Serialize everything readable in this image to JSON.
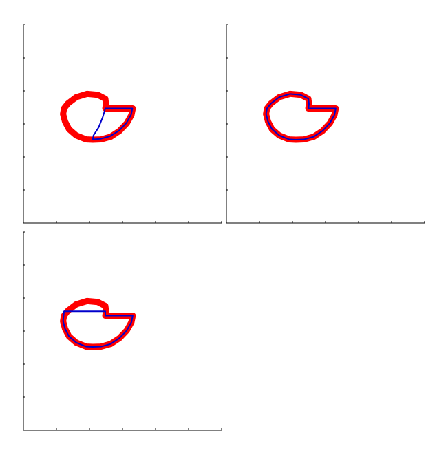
{
  "chart_data": [
    {
      "type": "line",
      "panel": "top-left",
      "xlim": [
        0,
        6
      ],
      "ylim": [
        0,
        6
      ],
      "grid": false,
      "colors": {
        "reference": "#ff0000",
        "approximation": "#0000cc"
      },
      "series": [
        {
          "role": "reference",
          "points": [
            [
              1.23,
              3.47
            ],
            [
              1.35,
              3.62
            ],
            [
              1.6,
              3.81
            ],
            [
              1.93,
              3.91
            ],
            [
              2.25,
              3.88
            ],
            [
              2.48,
              3.76
            ],
            [
              2.5,
              3.6
            ],
            [
              2.48,
              3.47
            ],
            [
              2.66,
              3.47
            ],
            [
              3.2,
              3.47
            ],
            [
              3.31,
              3.47
            ],
            [
              3.27,
              3.27
            ],
            [
              3.13,
              3.02
            ],
            [
              2.91,
              2.79
            ],
            [
              2.64,
              2.61
            ],
            [
              2.35,
              2.53
            ],
            [
              2.1,
              2.52
            ],
            [
              1.9,
              2.53
            ],
            [
              1.6,
              2.65
            ],
            [
              1.38,
              2.84
            ],
            [
              1.26,
              3.07
            ],
            [
              1.2,
              3.3
            ],
            [
              1.23,
              3.47
            ]
          ]
        },
        {
          "role": "approximation",
          "points": [
            [
              2.48,
              3.47
            ],
            [
              2.4,
              3.2
            ],
            [
              2.28,
              2.9
            ],
            [
              2.12,
              2.65
            ],
            [
              2.1,
              2.53
            ],
            [
              2.35,
              2.55
            ],
            [
              2.63,
              2.63
            ],
            [
              2.9,
              2.8
            ],
            [
              3.12,
              3.03
            ],
            [
              3.26,
              3.28
            ],
            [
              3.3,
              3.47
            ],
            [
              3.2,
              3.47
            ],
            [
              2.66,
              3.47
            ],
            [
              2.48,
              3.47
            ]
          ]
        }
      ]
    },
    {
      "type": "line",
      "panel": "top-right",
      "xlim": [
        0,
        6
      ],
      "ylim": [
        0,
        6
      ],
      "grid": false,
      "colors": {
        "reference": "#ff0000",
        "approximation": "#0000cc"
      },
      "series": [
        {
          "role": "reference",
          "points": [
            [
              1.23,
              3.47
            ],
            [
              1.35,
              3.62
            ],
            [
              1.6,
              3.81
            ],
            [
              1.93,
              3.91
            ],
            [
              2.25,
              3.88
            ],
            [
              2.48,
              3.76
            ],
            [
              2.5,
              3.6
            ],
            [
              2.48,
              3.47
            ],
            [
              2.66,
              3.47
            ],
            [
              3.2,
              3.47
            ],
            [
              3.31,
              3.47
            ],
            [
              3.27,
              3.27
            ],
            [
              3.13,
              3.02
            ],
            [
              2.91,
              2.79
            ],
            [
              2.64,
              2.61
            ],
            [
              2.35,
              2.53
            ],
            [
              2.1,
              2.52
            ],
            [
              1.9,
              2.53
            ],
            [
              1.6,
              2.65
            ],
            [
              1.38,
              2.84
            ],
            [
              1.26,
              3.07
            ],
            [
              1.2,
              3.3
            ],
            [
              1.23,
              3.47
            ]
          ]
        },
        {
          "role": "approximation",
          "points": [
            [
              1.23,
              3.47
            ],
            [
              1.35,
              3.62
            ],
            [
              1.6,
              3.81
            ],
            [
              1.93,
              3.91
            ],
            [
              2.25,
              3.88
            ],
            [
              2.48,
              3.76
            ],
            [
              2.5,
              3.6
            ],
            [
              2.48,
              3.47
            ],
            [
              2.66,
              3.47
            ],
            [
              3.2,
              3.47
            ],
            [
              3.31,
              3.47
            ],
            [
              3.27,
              3.27
            ],
            [
              3.13,
              3.02
            ],
            [
              2.91,
              2.79
            ],
            [
              2.64,
              2.61
            ],
            [
              2.35,
              2.53
            ],
            [
              2.1,
              2.52
            ],
            [
              1.9,
              2.53
            ],
            [
              1.6,
              2.65
            ],
            [
              1.38,
              2.84
            ],
            [
              1.26,
              3.07
            ],
            [
              1.2,
              3.3
            ],
            [
              1.23,
              3.47
            ]
          ]
        }
      ]
    },
    {
      "type": "line",
      "panel": "bottom-left",
      "xlim": [
        0,
        6
      ],
      "ylim": [
        0,
        6
      ],
      "grid": false,
      "colors": {
        "reference": "#ff0000",
        "approximation": "#0000cc"
      },
      "series": [
        {
          "role": "reference",
          "points": [
            [
              1.23,
              3.47
            ],
            [
              1.35,
              3.62
            ],
            [
              1.6,
              3.81
            ],
            [
              1.93,
              3.91
            ],
            [
              2.25,
              3.88
            ],
            [
              2.48,
              3.76
            ],
            [
              2.5,
              3.6
            ],
            [
              2.48,
              3.47
            ],
            [
              2.66,
              3.47
            ],
            [
              3.2,
              3.47
            ],
            [
              3.31,
              3.47
            ],
            [
              3.27,
              3.27
            ],
            [
              3.13,
              3.02
            ],
            [
              2.91,
              2.79
            ],
            [
              2.64,
              2.61
            ],
            [
              2.35,
              2.53
            ],
            [
              2.1,
              2.52
            ],
            [
              1.9,
              2.53
            ],
            [
              1.6,
              2.65
            ],
            [
              1.38,
              2.84
            ],
            [
              1.26,
              3.07
            ],
            [
              1.2,
              3.3
            ],
            [
              1.23,
              3.47
            ]
          ]
        },
        {
          "role": "approximation",
          "points": [
            [
              1.23,
              3.6
            ],
            [
              2.48,
              3.6
            ],
            [
              2.48,
              3.47
            ],
            [
              2.66,
              3.47
            ],
            [
              3.2,
              3.47
            ],
            [
              3.31,
              3.47
            ],
            [
              3.27,
              3.27
            ],
            [
              3.13,
              3.02
            ],
            [
              2.91,
              2.79
            ],
            [
              2.64,
              2.61
            ],
            [
              2.35,
              2.53
            ],
            [
              2.1,
              2.52
            ],
            [
              1.9,
              2.53
            ],
            [
              1.6,
              2.65
            ],
            [
              1.38,
              2.84
            ],
            [
              1.26,
              3.07
            ],
            [
              1.2,
              3.3
            ],
            [
              1.23,
              3.6
            ]
          ]
        }
      ]
    }
  ]
}
